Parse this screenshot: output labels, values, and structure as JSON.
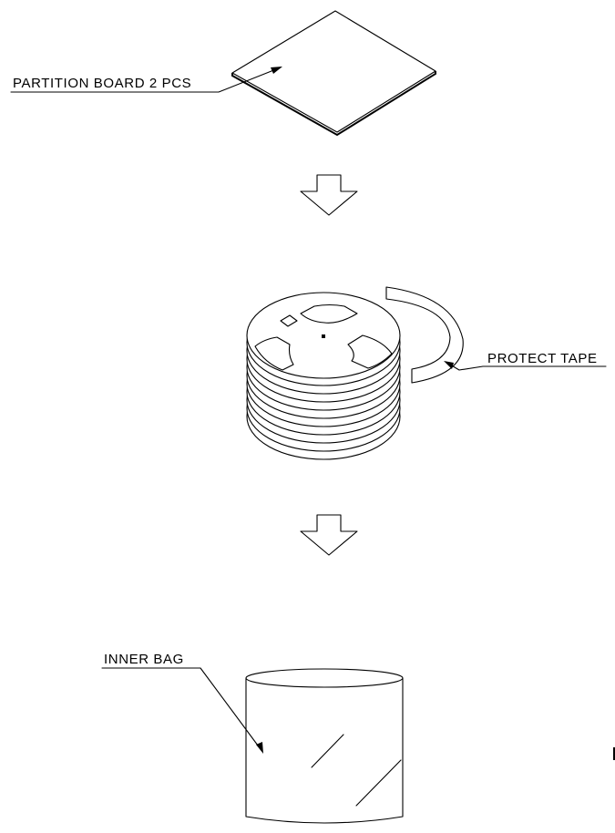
{
  "labels": {
    "partition_board": "PARTITION BOARD 2 PCS",
    "protect_tape": "PROTECT TAPE",
    "inner_bag": "INNER BAG"
  },
  "icons": [
    "down-arrow-icon",
    "down-arrow-icon"
  ],
  "colors": {
    "line": "#000000",
    "background": "#ffffff"
  }
}
